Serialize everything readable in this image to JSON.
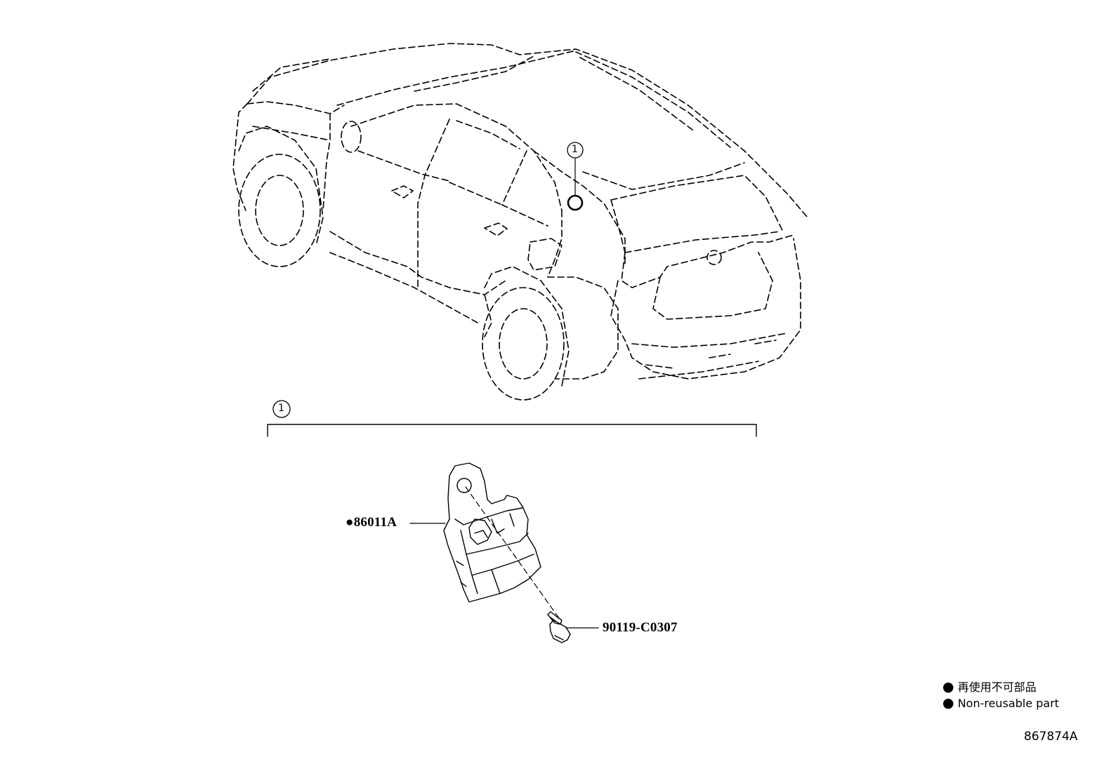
{
  "callouts": {
    "vehicle_callout": "1",
    "group_callout": "1"
  },
  "parts": [
    {
      "part_no": "86011A",
      "marker": "●",
      "non_reusable": true
    },
    {
      "part_no": "90119-C0307",
      "marker": "",
      "non_reusable": false
    }
  ],
  "legend": {
    "symbol": "●",
    "text_ja": "再使用不可部品",
    "text_en": "Non-reusable part"
  },
  "illustration_no": "867874A",
  "colors": {
    "line": "#000000",
    "background": "#ffffff"
  }
}
